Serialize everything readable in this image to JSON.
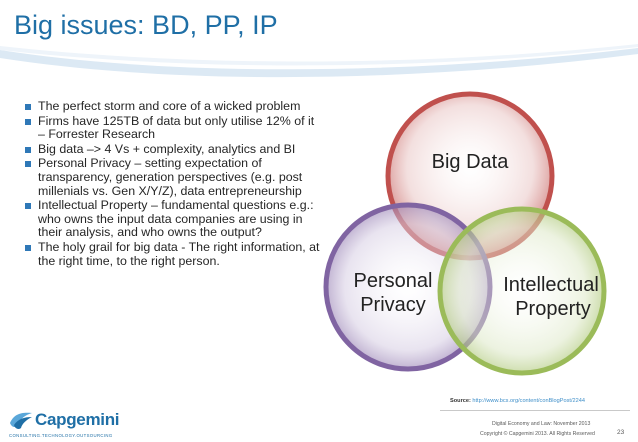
{
  "slide": {
    "title": "Big issues: BD, PP, IP",
    "bullets": [
      "The perfect storm and core of a wicked problem",
      "Firms have 125TB of data but only utilise 12% of it – Forrester Research",
      "Big data –> 4 Vs + complexity, analytics and BI",
      "Personal Privacy – setting expectation of transparency, generation perspectives (e.g. post millenials vs. Gen X/Y/Z), data entrepreneurship",
      "Intellectual Property – fundamental questions e.g.: who owns the input data companies are using in their analysis, and who owns the output?",
      "The holy grail for big data - The right information, at the right time, to the right person."
    ]
  },
  "venn": {
    "big_data": "Big Data",
    "personal": [
      "Personal",
      "Privacy"
    ],
    "intellectual": [
      "Intellectual",
      "Property"
    ],
    "colors": {
      "red": "#c0504d",
      "purple": "#8064a2",
      "green": "#9bbb59"
    }
  },
  "source": {
    "label": "Source:",
    "url": "http://www.bcs.org/content/conBlogPost/2244"
  },
  "footer": {
    "event": "Digital Economy and Law: November 2013",
    "copyright": "Copyright © Capgemini 2013. All Rights Reserved",
    "page": "23"
  },
  "logo": {
    "name": "Capgemini",
    "tagline": "CONSULTING.TECHNOLOGY.OUTSOURCING",
    "icon": "spade-icon"
  }
}
